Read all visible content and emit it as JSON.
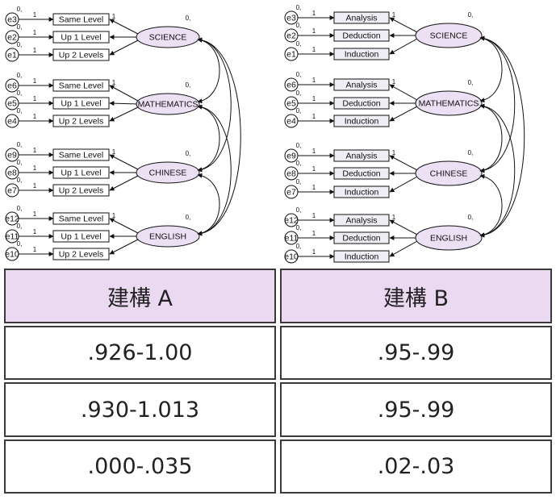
{
  "diagrams": [
    {
      "factors": [
        {
          "label": "SCIENCE",
          "variance": "0,",
          "indicators": [
            {
              "label": "Same Level",
              "error": "e3"
            },
            {
              "label": "Up 1 Level",
              "error": "e2"
            },
            {
              "label": "Up 2 Levels",
              "error": "e1"
            }
          ]
        },
        {
          "label": "MATHEMATICS",
          "variance": "0,",
          "indicators": [
            {
              "label": "Same Level",
              "error": "e6"
            },
            {
              "label": "Up 1 Level",
              "error": "e5"
            },
            {
              "label": "Up 2 Levels",
              "error": "e4"
            }
          ]
        },
        {
          "label": "CHINESE",
          "variance": "0,",
          "indicators": [
            {
              "label": "Same Level",
              "error": "e9"
            },
            {
              "label": "Up 1 Level",
              "error": "e8"
            },
            {
              "label": "Up 2 Levels",
              "error": "e7"
            }
          ]
        },
        {
          "label": "ENGLISH",
          "variance": "0,",
          "indicators": [
            {
              "label": "Same Level",
              "error": "e12"
            },
            {
              "label": "Up 1 Level",
              "error": "e11"
            },
            {
              "label": "Up 2 Levels",
              "error": "e10"
            }
          ]
        }
      ],
      "path_label": "1",
      "error_mean_label": "0,"
    },
    {
      "factors": [
        {
          "label": "SCIENCE",
          "variance": "0,",
          "indicators": [
            {
              "label": "Analysis",
              "error": "e3"
            },
            {
              "label": "Deduction",
              "error": "e2"
            },
            {
              "label": "Induction",
              "error": "e1"
            }
          ]
        },
        {
          "label": "MATHEMATICS",
          "variance": "0,",
          "indicators": [
            {
              "label": "Analysis",
              "error": "e6"
            },
            {
              "label": "Deduction",
              "error": "e5"
            },
            {
              "label": "Induction",
              "error": "e4"
            }
          ]
        },
        {
          "label": "CHINESE",
          "variance": "0,",
          "indicators": [
            {
              "label": "Analysis",
              "error": "e9"
            },
            {
              "label": "Deduction",
              "error": "e8"
            },
            {
              "label": "Induction",
              "error": "e7"
            }
          ]
        },
        {
          "label": "ENGLISH",
          "variance": "0,",
          "indicators": [
            {
              "label": "Analysis",
              "error": "e12"
            },
            {
              "label": "Deduction",
              "error": "e11"
            },
            {
              "label": "Induction",
              "error": "e10"
            }
          ]
        }
      ],
      "path_label": "1",
      "error_mean_label": "0,"
    }
  ],
  "table": {
    "headers": [
      "建構 A",
      "建構 B"
    ],
    "rows": [
      [
        ".926-1.00",
        ".95-.99"
      ],
      [
        ".930-1.013",
        ".95-.99"
      ],
      [
        ".000-.035",
        ".02-.03"
      ]
    ]
  },
  "colors": {
    "factor_fill": "#ece0f4",
    "box_fill_a": "#ffffff",
    "box_fill_b": "#eeeef4",
    "header_fill": "#ead9f1"
  }
}
